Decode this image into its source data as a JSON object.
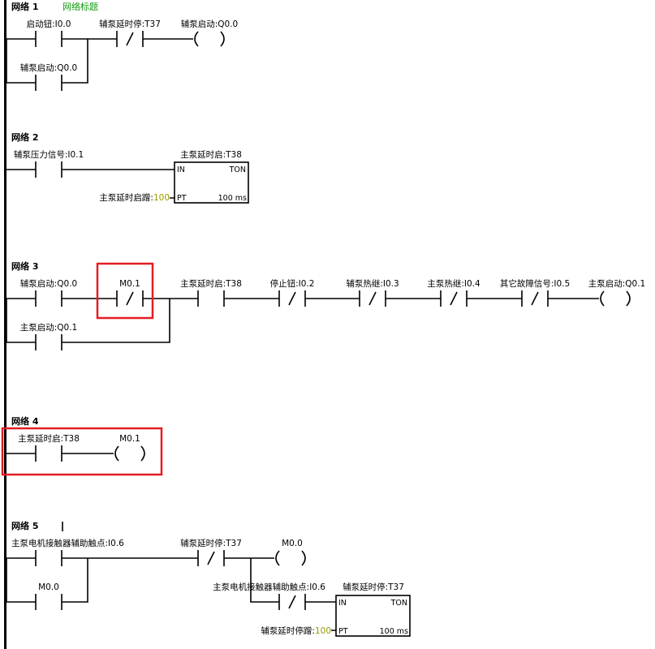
{
  "networks": [
    {
      "label": "网络 1",
      "title": "网络标题"
    },
    {
      "label": "网络 2",
      "title": ""
    },
    {
      "label": "网络 3",
      "title": ""
    },
    {
      "label": "网络 4",
      "title": ""
    },
    {
      "label": "网络 5",
      "title": ""
    }
  ],
  "n1": {
    "start_btn": "启动钮:I0.0",
    "aux_delay_stop": "辅泵延时停:T37",
    "aux_start_coil": "辅泵启动:Q0.0",
    "aux_start_hold": "辅泵启动:Q0.0"
  },
  "n2": {
    "aux_pressure": "辅泵压力信号:I0.1",
    "timer_name": "主泵延时启:T38",
    "in": "IN",
    "ton": "TON",
    "pt_label": "主泵延时启蹭:",
    "pt_value": "100",
    "pt": "PT",
    "base": "100 ms"
  },
  "n3": {
    "aux_start": "辅泵启动:Q0.0",
    "m01": "M0.1",
    "main_delay": "主泵延时启:T38",
    "stop_btn": "停止钮:I0.2",
    "aux_thermal": "辅泵热继:I0.3",
    "main_thermal": "主泵热继:I0.4",
    "other_fault": "其它故障信号:I0.5",
    "main_start_coil": "主泵启动:Q0.1",
    "main_start_hold": "主泵启动:Q0.1"
  },
  "n4": {
    "main_delay": "主泵延时启:T38",
    "m01_coil": "M0.1"
  },
  "n5": {
    "aux_contact": "主泵电机接触器辅助触点:I0.6",
    "aux_delay_stop": "辅泵延时停:T37",
    "m00_coil": "M0.0",
    "m00_hold": "M0.0",
    "aux_contact2": "主泵电机接触器辅助触点:I0.6",
    "timer_name": "辅泵延时停:T37",
    "in": "IN",
    "ton": "TON",
    "pt_label": "辅泵延时停蹭:",
    "pt_value": "100",
    "pt": "PT",
    "base": "100 ms"
  }
}
